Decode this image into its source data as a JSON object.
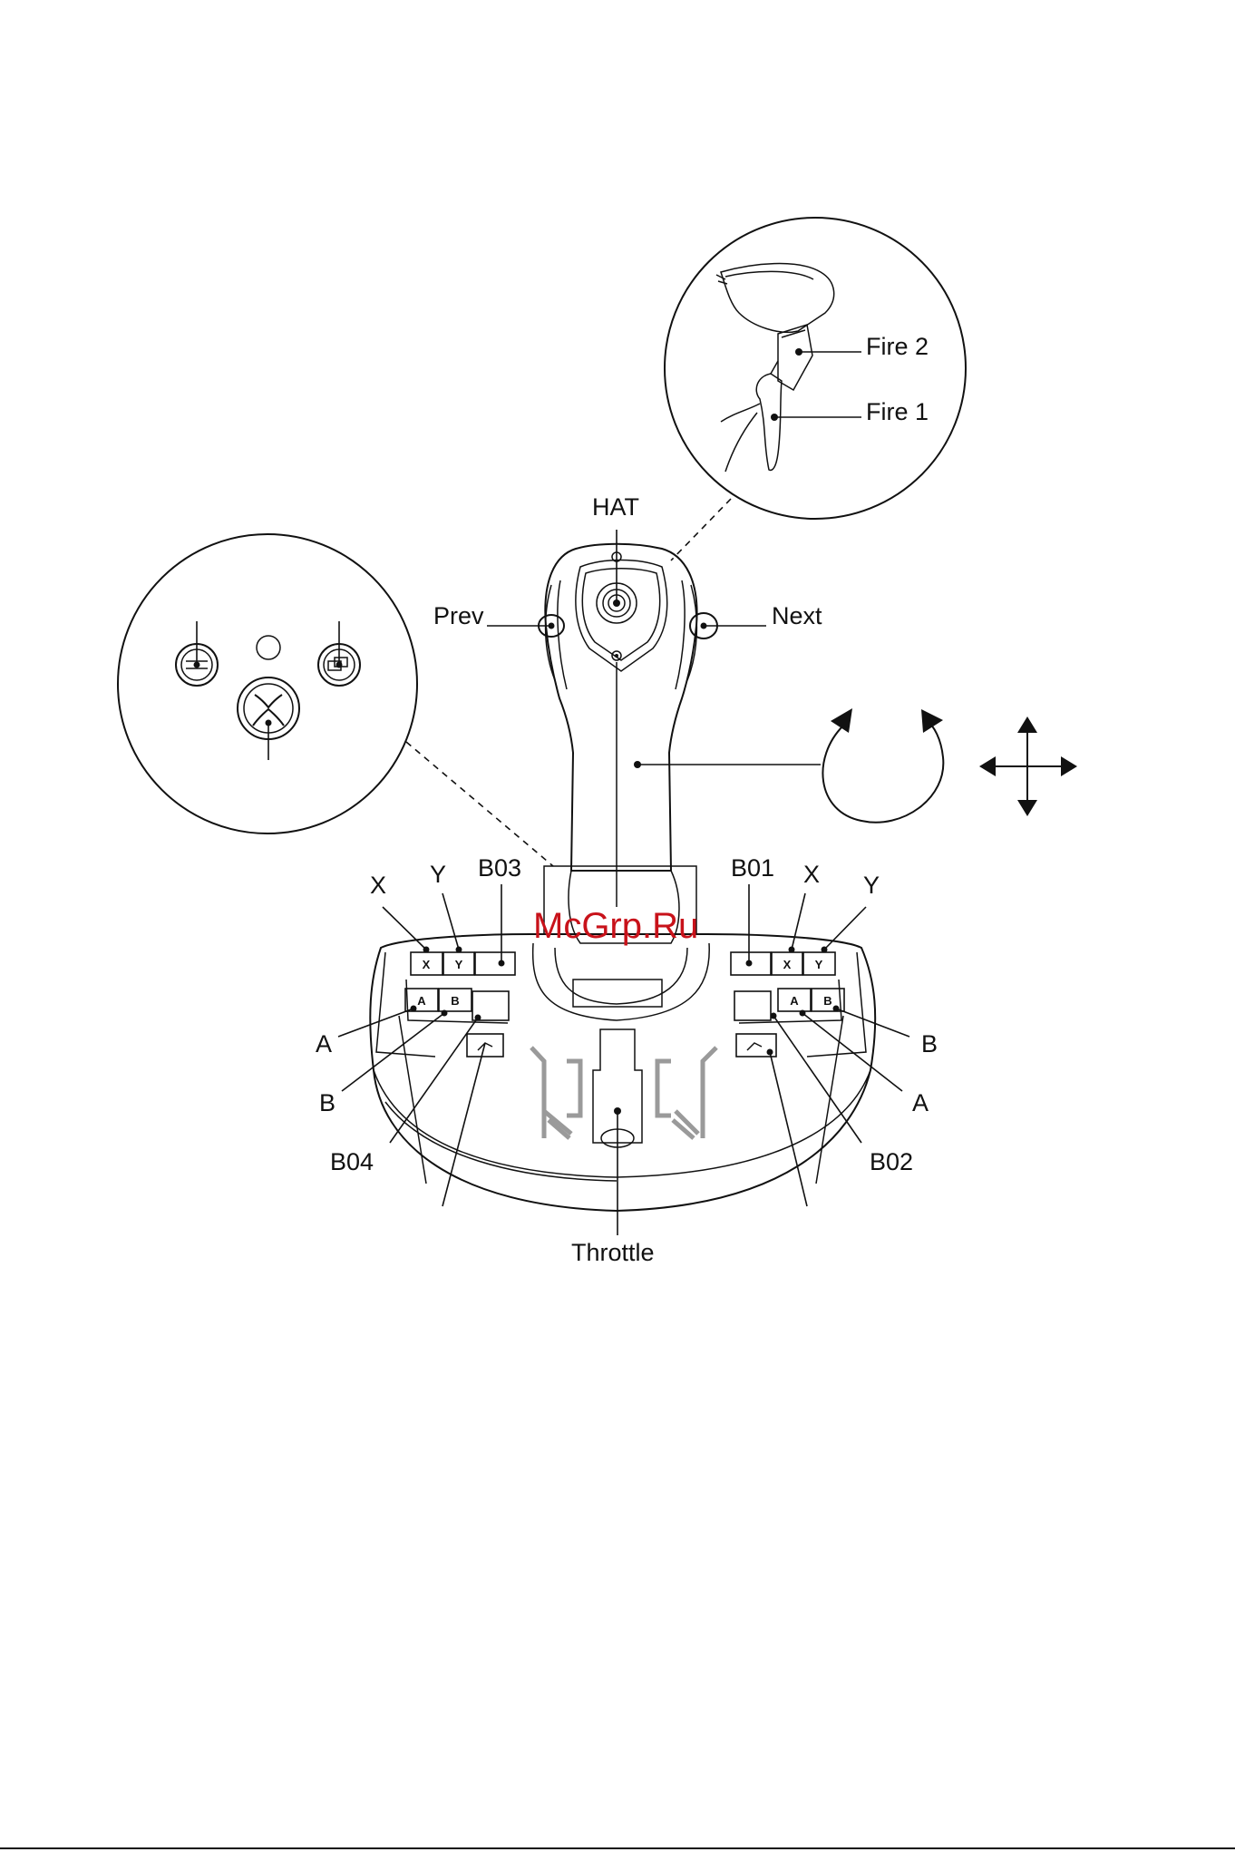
{
  "labels": {
    "hat": "HAT",
    "prev": "Prev",
    "next": "Next",
    "fire2": "Fire 2",
    "fire1": "Fire 1",
    "left_x": "X",
    "left_y": "Y",
    "left_b03": "B03",
    "left_a": "A",
    "left_b": "B",
    "left_b04": "B04",
    "right_b01": "B01",
    "right_x": "X",
    "right_y": "Y",
    "right_b": "B",
    "right_a": "A",
    "right_b02": "B02",
    "throttle": "Throttle"
  },
  "button_faces": {
    "x": "X",
    "y": "Y",
    "a": "A",
    "b": "B"
  },
  "watermark": "McGrp.Ru",
  "icons": [
    "view-button-icon",
    "menu-button-icon",
    "xbox-logo-icon",
    "rotation-arrow-icon",
    "move-arrows-icon"
  ],
  "colors": {
    "watermark": "#c8121a",
    "line": "#111111",
    "throttle_guide": "#9a9a9a"
  }
}
